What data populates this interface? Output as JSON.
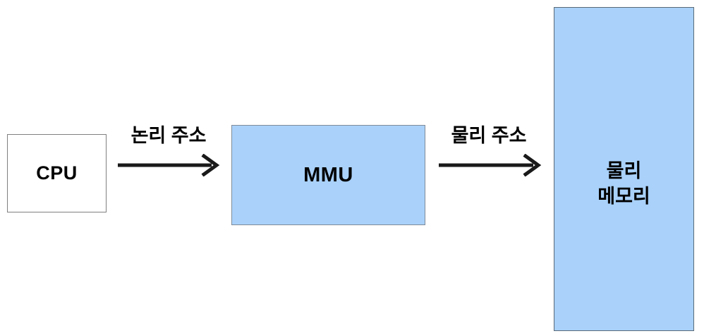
{
  "diagram": {
    "background_color": "#ffffff",
    "nodes": [
      {
        "id": "cpu",
        "label": "CPU",
        "fill": "#ffffff",
        "border": "#808080"
      },
      {
        "id": "mmu",
        "label": "MMU",
        "fill": "#a9d1fa",
        "border": "#7f8c99"
      },
      {
        "id": "memory",
        "label_line1": "물리",
        "label_line2": "메모리",
        "fill": "#a9d1fa",
        "border": "#5a6a78"
      }
    ],
    "edges": [
      {
        "id": "logical",
        "label": "논리 주소",
        "from": "cpu",
        "to": "mmu",
        "arrow_color": "#1a1a1a",
        "icon": "arrow-right-icon"
      },
      {
        "id": "physical",
        "label": "물리 주소",
        "from": "mmu",
        "to": "memory",
        "arrow_color": "#1a1a1a",
        "icon": "arrow-right-icon"
      }
    ]
  }
}
